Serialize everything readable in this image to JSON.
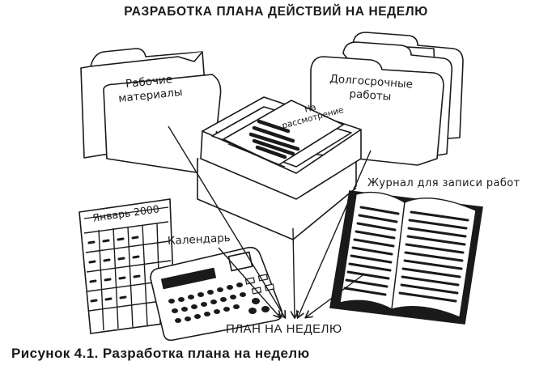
{
  "heading": "РАЗРАБОТКА ПЛАНА ДЕЙСТВИЙ НА НЕДЕЛЮ",
  "labels": {
    "work_materials": "Рабочие материалы",
    "long_term_work": "Долгосрочные работы",
    "for_review": "На рассмотрение",
    "work_journal": "Журнал для записи работ",
    "calendar": "Календарь",
    "calendar_month": "Январь 2000",
    "weekly_plan": "ПЛАН НА НЕДЕЛЮ"
  },
  "caption": "Рисунок 4.1.  Разработка плана на неделю"
}
